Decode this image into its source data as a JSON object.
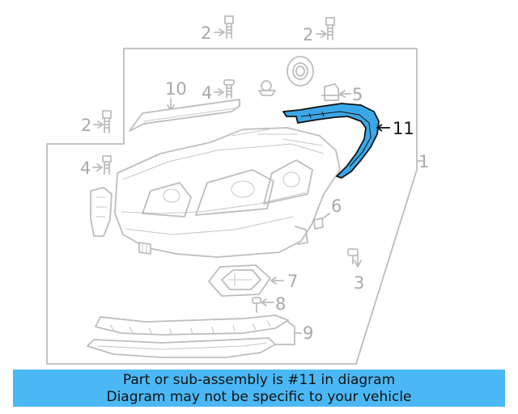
{
  "diagram": {
    "callouts": {
      "bolt_top_left": "2",
      "bolt_top_right": "2",
      "bolt_left": "2",
      "strip_10": "10",
      "bolt_4_upper": "4",
      "bolt_4_left": "4",
      "item_5": "5",
      "highlighted_11": "11",
      "housing_1": "1",
      "item_6": "6",
      "screw_3": "3",
      "module_7": "7",
      "screw_8": "8",
      "trim_9": "9"
    },
    "highlight_color": "#3aa8e8"
  },
  "banner": {
    "line1": "Part or sub-assembly is #11 in diagram",
    "line2": "Diagram may not be specific to your vehicle",
    "background": "#4bb8f5"
  }
}
